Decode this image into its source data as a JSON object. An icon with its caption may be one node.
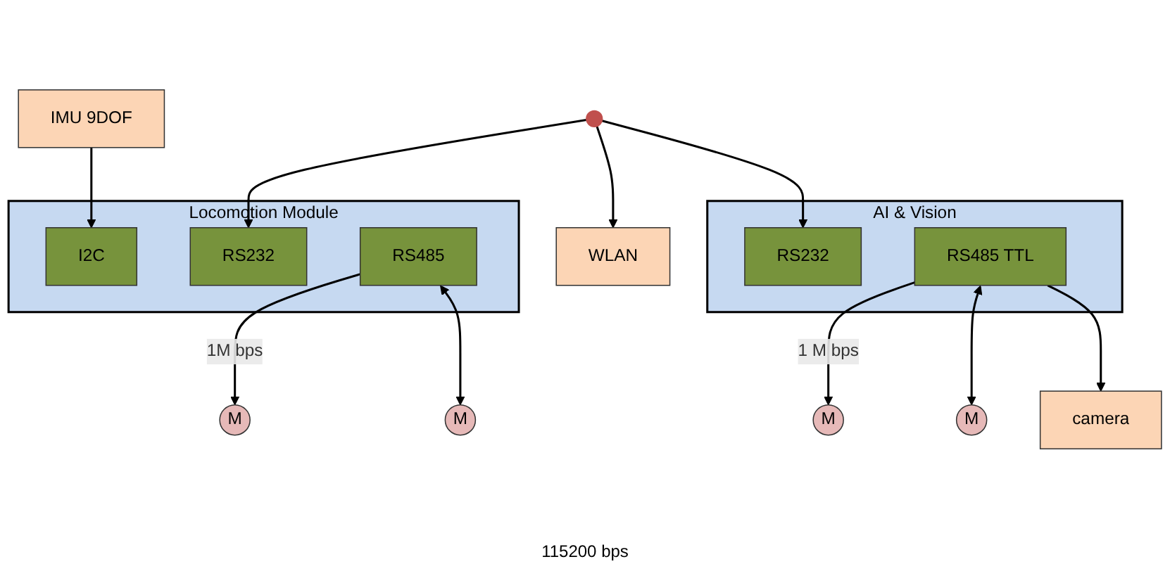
{
  "diagram": {
    "nodes": [
      {
        "text": [
          "WLAN"
        ]
      },
      {
        "text": [
          "IMU 9DOF"
        ]
      },
      {
        "text": [
          "Locomotion Module"
        ]
      },
      {
        "text": [
          "I2C"
        ],
        "in": 2
      },
      {
        "text": [
          "RS232"
        ],
        "in": 2
      },
      {
        "text": [
          "RS485"
        ],
        "in": 2
      },
      {
        "text": [],
        "shape": "circle"
      },
      {
        "text": [
          "AI & Vision"
        ]
      },
      {
        "text": [
          "RS232"
        ],
        "in": 7
      },
      {
        "text": [
          "RS485 TTL"
        ],
        "in": 7
      },
      {
        "text": [
          "M"
        ]
      },
      {
        "text": [
          "M"
        ]
      },
      {
        "text": [
          "M"
        ]
      },
      {
        "text": [
          "M"
        ]
      },
      {
        "text": [
          "camera"
        ]
      }
    ],
    "edges": [
      {
        "from": 1,
        "to": 3,
        "arrow": "to"
      },
      {
        "from": 6,
        "to": 0,
        "arrow": "to"
      },
      {
        "from": 6,
        "to": 4,
        "arrow": "to"
      },
      {
        "from": 6,
        "to": 8,
        "arrow": "to"
      },
      {
        "from": 5,
        "to": 10,
        "arrow": "to",
        "label": "1M bps"
      },
      {
        "from": 5,
        "to": 11,
        "arrow": "both"
      },
      {
        "from": 9,
        "to": 12,
        "arrow": "to",
        "label": "1 M bps"
      },
      {
        "from": 9,
        "to": 13,
        "arrow": "both"
      },
      {
        "from": 9,
        "to": 14,
        "arrow": "to"
      }
    ],
    "labels": [
      "115200 bps"
    ]
  }
}
